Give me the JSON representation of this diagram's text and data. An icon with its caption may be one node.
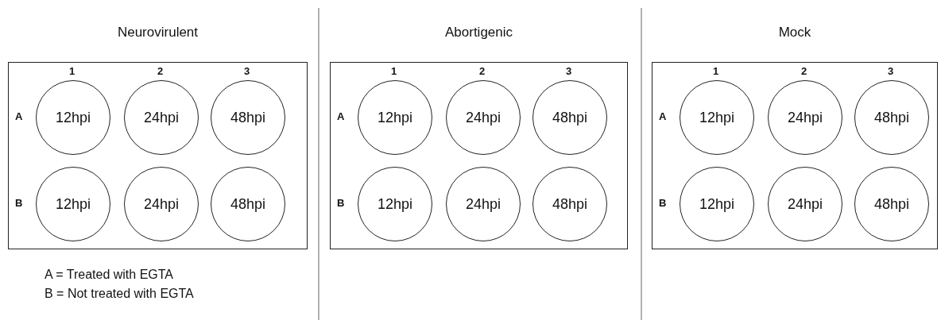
{
  "diagram": {
    "nodes": [
      {
        "text": [
          "Neurovirulent"
        ]
      },
      {
        "text": [
          "12hpi"
        ],
        "in": 0
      },
      {
        "text": [
          "24hpi"
        ],
        "in": 0
      },
      {
        "text": [
          "48hpi"
        ],
        "in": 0
      },
      {
        "text": [
          "12hpi"
        ],
        "in": 0
      },
      {
        "text": [
          "24hpi"
        ],
        "in": 0
      },
      {
        "text": [
          "48hpi"
        ],
        "in": 0
      },
      {
        "text": [
          "Abortigenic"
        ]
      },
      {
        "text": [
          "12hpi"
        ],
        "in": 7
      },
      {
        "text": [
          "24hpi"
        ],
        "in": 7
      },
      {
        "text": [
          "48hpi"
        ],
        "in": 7
      },
      {
        "text": [
          "12hpi"
        ],
        "in": 7
      },
      {
        "text": [
          "24hpi"
        ],
        "in": 7
      },
      {
        "text": [
          "48hpi"
        ],
        "in": 7
      },
      {
        "text": [
          "Mock"
        ]
      },
      {
        "text": [
          "12hpi"
        ],
        "in": 14
      },
      {
        "text": [
          "24hpi"
        ],
        "in": 14
      },
      {
        "text": [
          "48hpi"
        ],
        "in": 14
      },
      {
        "text": [
          "12hpi"
        ],
        "in": 14
      },
      {
        "text": [
          "24hpi"
        ],
        "in": 14
      },
      {
        "text": [
          "48hpi"
        ],
        "in": 14
      }
    ],
    "edges": [],
    "labels": [
      "1",
      "2",
      "3",
      "A",
      "B",
      "1",
      "2",
      "3",
      "A",
      "B",
      "1",
      "2",
      "3",
      "A",
      "B",
      "A = Treated with EGTA",
      "B = Not treated with EGTA"
    ]
  }
}
